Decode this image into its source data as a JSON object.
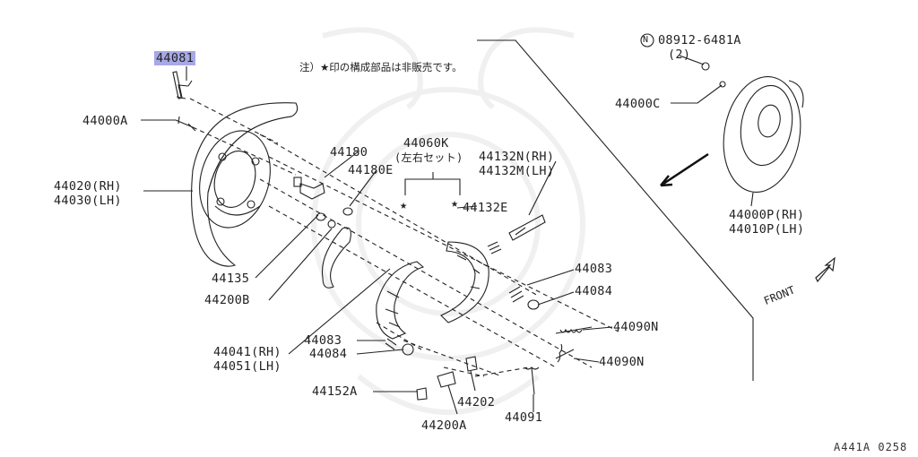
{
  "note": "注）★印の構成部品は非販売です。",
  "diagram_ref": "A441A 0258",
  "front_label": "FRONT",
  "star_symbol": "★",
  "highlight_color": "#a8a8e6",
  "parts": {
    "p44081": "44081",
    "p44000A": "44000A",
    "p44020": "44020(RH)",
    "p44030": "44030(LH)",
    "p44180": "44180",
    "p44180E": "44180E",
    "p44060K": "44060K",
    "p44060K_sub": "(左右セット)",
    "p44132N": "44132N(RH)",
    "p44132M": "44132M(LH)",
    "p44132E": "44132E",
    "p08912": "08912-6481A",
    "p08912_qty": "(2)",
    "p08912_prefix": "N",
    "p44000C": "44000C",
    "p44000P": "44000P(RH)",
    "p44010P": "44010P(LH)",
    "p44135": "44135",
    "p44200B": "44200B",
    "p44083a": "44083",
    "p44084a": "44084",
    "p44090Na": "44090N",
    "p44090Nb": "44090N",
    "p44041": "44041(RH)",
    "p44051": "44051(LH)",
    "p44083b": "44083",
    "p44084b": "44084",
    "p44152A": "44152A",
    "p44202": "44202",
    "p44200A": "44200A",
    "p44091": "44091"
  }
}
